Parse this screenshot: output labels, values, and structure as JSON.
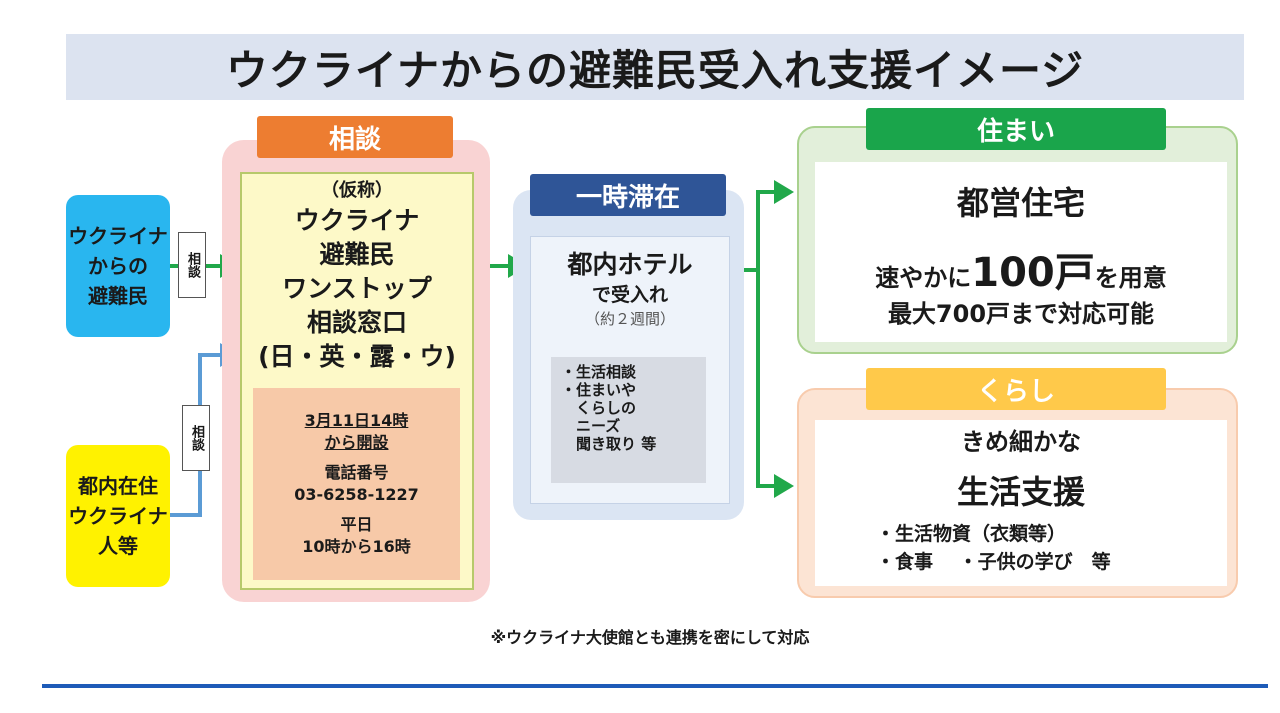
{
  "title": "ウクライナからの避難民受入れ支援イメージ",
  "sources": {
    "refugee": [
      "ウクライナ",
      "からの",
      "避難民"
    ],
    "resident": [
      "都内在住",
      "ウクライナ",
      "人等"
    ],
    "consult_tag": "相談"
  },
  "consultation": {
    "label": "相談",
    "sub": "（仮称）",
    "lines": [
      "ウクライナ",
      "避難民",
      "ワンストップ",
      "相談窓口"
    ],
    "languages": "(日・英・露・ウ)",
    "open_line1": "3月11日14時",
    "open_line2": "から開設",
    "phone_label": "電話番号",
    "phone": "03-6258-1227",
    "hours_label": "平日",
    "hours": "10時から16時"
  },
  "stay": {
    "label": "一時滞在",
    "line1": "都内ホテル",
    "line2": "で受入れ",
    "duration": "（約２週間）",
    "items": [
      "・生活相談",
      "・住まいや",
      "　くらしの",
      "　ニーズ",
      "　聞き取り 等"
    ]
  },
  "housing": {
    "label": "住まい",
    "title": "都営住宅",
    "quick_pre": "速やかに",
    "quick_num": "100戸",
    "quick_post": "を用意",
    "max": "最大700戸まで対応可能"
  },
  "living": {
    "label": "くらし",
    "sub": "きめ細かな",
    "title": "生活支援",
    "items": [
      "・生活物資（衣類等）",
      "・食事　 ・子供の学び　等"
    ]
  },
  "footnote": "※ウクライナ大使館とも連携を密にして対応",
  "colors": {
    "title_bg": "#dce3f0",
    "refugee": "#29b6ef",
    "resident": "#fff200",
    "consult": "#ed7d31",
    "stay": "#2f5597",
    "housing": "#1aa54b",
    "living": "#ffc94a",
    "arrow_green": "#21a84a",
    "arrow_blue": "#5b9bd5"
  }
}
